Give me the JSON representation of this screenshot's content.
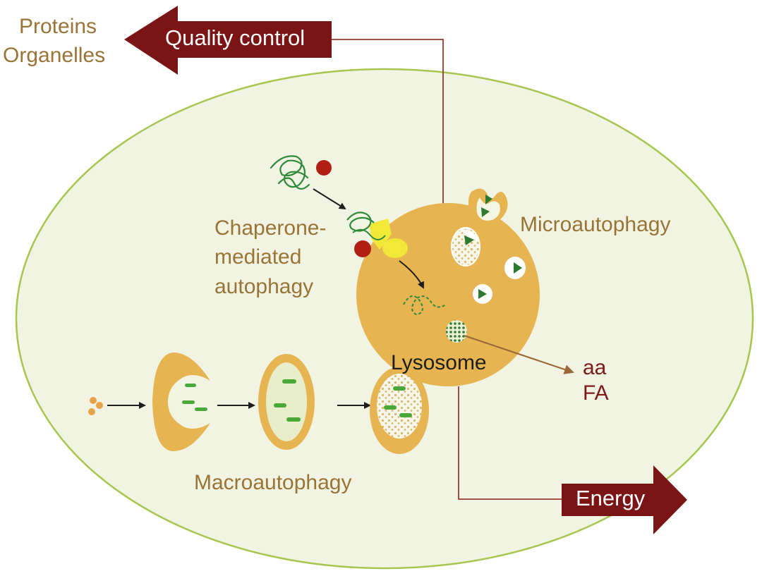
{
  "labels": {
    "proteins": "Proteins",
    "organelles": "Organelles",
    "quality_control": "Quality control",
    "chaperone_line1": "Chaperone-",
    "chaperone_line2": "mediated",
    "chaperone_line3": "autophagy",
    "microautophagy": "Microautophagy",
    "lysosome": "Lysosome",
    "aa": "aa",
    "fa": "FA",
    "macroautophagy": "Macroautophagy",
    "energy": "Energy"
  },
  "colors": {
    "cell_fill": "#f1f4e2",
    "cell_outline": "#a6c74f",
    "lysosome": "#e6b552",
    "vesicle_interior": "#f3f6e2",
    "green": "#3a9a2a",
    "dark_green": "#2c7a2f",
    "red_dot": "#b11f14",
    "yellow_chaperone": "#f2e838",
    "big_arrow": "#7b1515",
    "label_brown": "#9a7436",
    "label_darkred": "#7d1a1a"
  }
}
